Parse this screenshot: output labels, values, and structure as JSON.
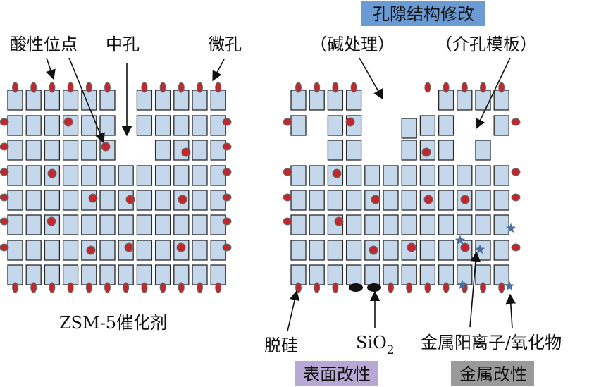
{
  "labels": {
    "acid_sites": "酸性位点",
    "mesopore": "中孔",
    "micropore": "微孔",
    "catalyst": "ZSM-5催化剂",
    "pore_modification": "孔隙结构修改",
    "alkali": "（碱处理）",
    "template": "（介孔模板）",
    "desilication": "脱硅",
    "sio2_main": "SiO",
    "sio2_sub": "2",
    "metal_oxide": "金属阳离子/氧化物",
    "surface_mod": "表面改性",
    "metal_mod": "金属改性"
  },
  "colors": {
    "block_fill": "#c5d7ea",
    "block_stroke": "#2a2a2a",
    "acid_site": "#c0282d",
    "sio2": "#111111",
    "star": "#4a6fa0",
    "box_blue": "#6a9bd2",
    "box_purple": "#b8a9d4",
    "box_gray": "#9a9a9a"
  }
}
